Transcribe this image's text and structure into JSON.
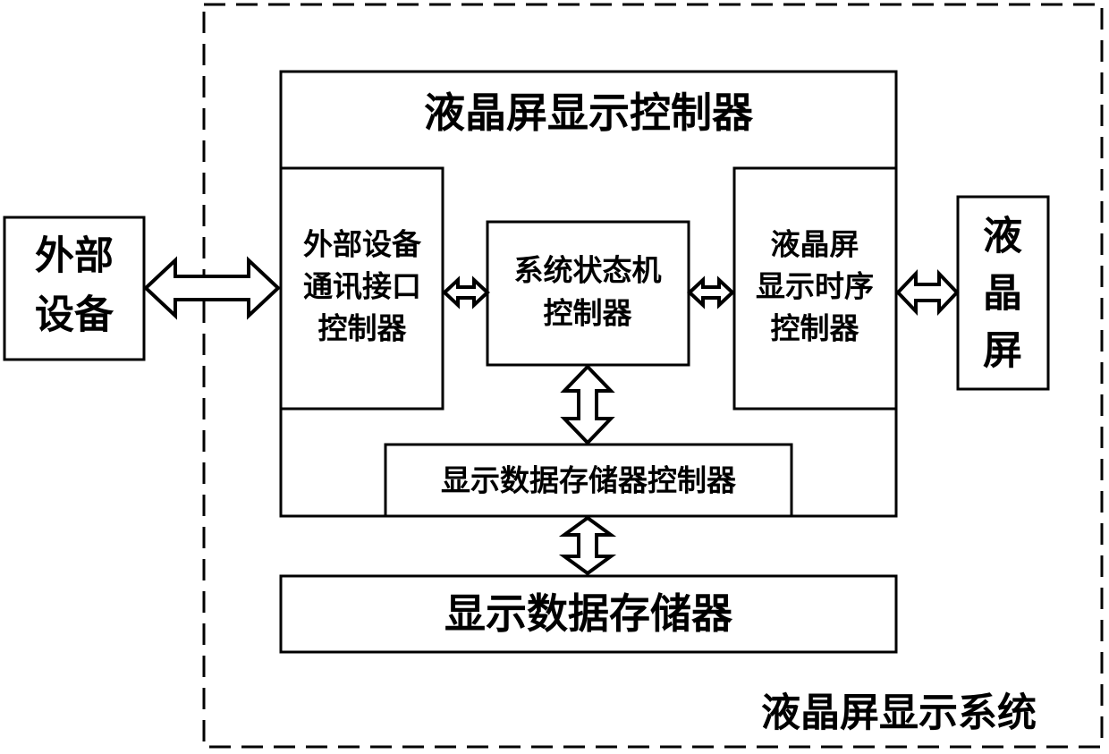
{
  "system_label": "液晶屏显示系统",
  "external_device": {
    "lines": [
      "外部",
      "设备"
    ]
  },
  "lcd_display_controller": {
    "title": "液晶屏显示控制器",
    "interface_controller": {
      "lines": [
        "外部设备",
        "通讯接口",
        "控制器"
      ]
    },
    "state_machine_controller": {
      "lines": [
        "系统状态机",
        "控制器"
      ]
    },
    "timing_controller": {
      "lines": [
        "液晶屏",
        "显示时序",
        "控制器"
      ]
    },
    "memory_controller": {
      "label": "显示数据存储器控制器"
    }
  },
  "display_memory": {
    "label": "显示数据存储器"
  },
  "lcd_screen": {
    "lines": [
      "液",
      "晶",
      "屏"
    ]
  }
}
